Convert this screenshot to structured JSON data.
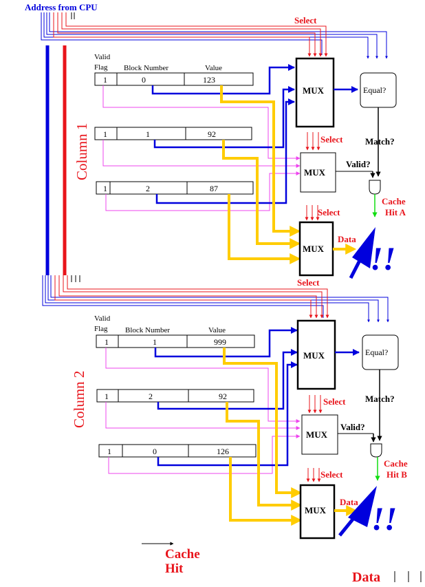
{
  "header": {
    "address_label": "Address from CPU"
  },
  "colors": {
    "address": "#0000dd",
    "select": "#e8141b",
    "valid": "#ee44ee",
    "data": "#ffcc00",
    "hit": "#11dd11"
  },
  "columns": [
    {
      "title": "Column 1",
      "headers": {
        "valid": "Valid",
        "flag": "Flag",
        "block": "Block Number",
        "value": "Value"
      },
      "rows": [
        {
          "valid": "1",
          "block": "0",
          "value": "123"
        },
        {
          "valid": "1",
          "block": "1",
          "value": "92"
        },
        {
          "valid": "1",
          "block": "2",
          "value": "87"
        }
      ],
      "mux_label": "MUX",
      "equal_label": "Equal?",
      "select_label": "Select",
      "match_label": "Match?",
      "valid_label": "Valid?",
      "data_label": "Data",
      "hit_label": [
        "Cache",
        "Hit A"
      ],
      "exclaim": "!!"
    },
    {
      "title": "Column 2",
      "headers": {
        "valid": "Valid",
        "flag": "Flag",
        "block": "Block Number",
        "value": "Value"
      },
      "rows": [
        {
          "valid": "1",
          "block": "1",
          "value": "999"
        },
        {
          "valid": "1",
          "block": "2",
          "value": "92"
        },
        {
          "valid": "1",
          "block": "0",
          "value": "126"
        }
      ],
      "mux_label": "MUX",
      "equal_label": "Equal?",
      "select_label": "Select",
      "match_label": "Match?",
      "valid_label": "Valid?",
      "data_label": "Data",
      "hit_label": [
        "Cache",
        "Hit B"
      ],
      "exclaim": "!!"
    }
  ],
  "footer": {
    "cache_hit": [
      "Cache",
      "Hit"
    ],
    "data": "Data"
  }
}
